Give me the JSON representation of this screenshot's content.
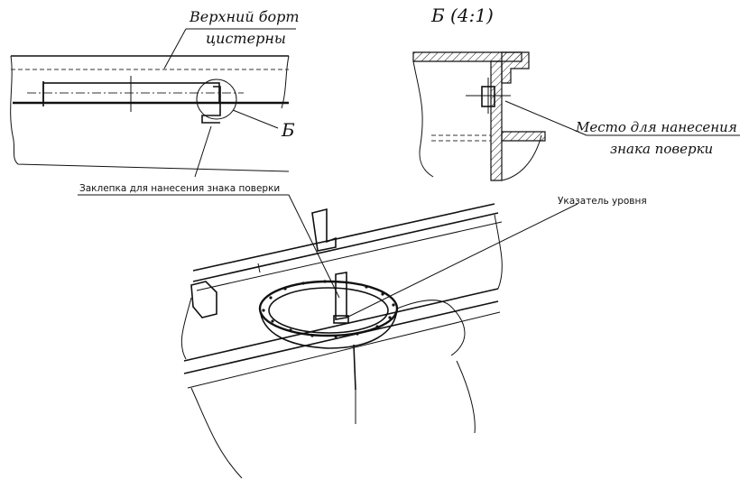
{
  "labels": {
    "top_rim": [
      "Верхний борт",
      "цистерны"
    ],
    "detail_title": "Б (4:1)",
    "detail_marker": "Б",
    "marking_place": [
      "Место для нанесения",
      "знака поверки"
    ],
    "rivet_note": "Заклепка для нанесения знака поверки",
    "level_indicator": "Указатель уровня"
  }
}
